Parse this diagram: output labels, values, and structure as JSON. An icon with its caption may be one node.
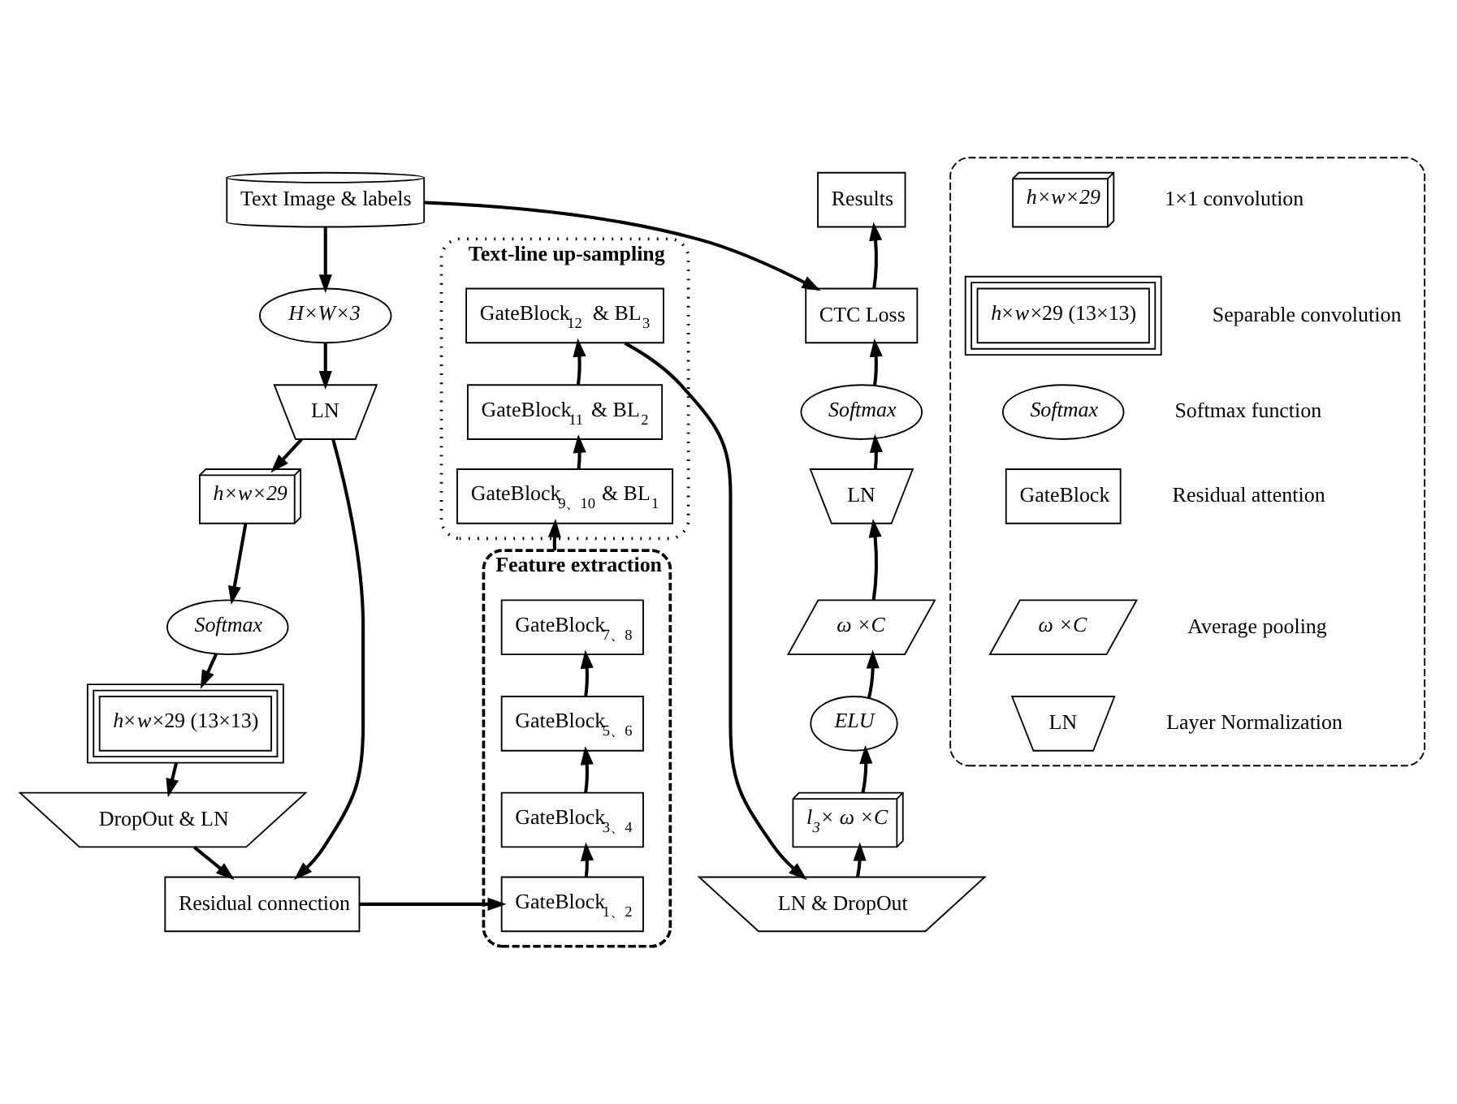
{
  "diagram": {
    "nodes": [
      {
        "text": [
          "Text Image & labels"
        ]
      },
      {
        "text": [
          "H×W×3"
        ]
      },
      {
        "text": [
          "LN"
        ]
      },
      {
        "text": [
          "h×w×29"
        ]
      },
      {
        "text": [
          "Softmax"
        ]
      },
      {
        "text": [
          "*h*×*w*×29 (13×13)"
        ]
      },
      {
        "text": [
          "DropOut & LN"
        ]
      },
      {
        "text": [
          "Residual connection"
        ]
      },
      {
        "text": [
          "Text-line up-sampling"
        ]
      },
      {
        "text": [
          "GateBlock$_{12}$ & BL$_{3}$"
        ],
        "in": 8
      },
      {
        "text": [
          "GateBlock$_{11}$ & BL$_{2}$"
        ],
        "in": 8
      },
      {
        "text": [
          "GateBlock$_{9、10}$ & BL$_{1}$"
        ],
        "in": 8
      },
      {
        "text": [
          "Feature extraction"
        ]
      },
      {
        "text": [
          "GateBlock$_{7、8}$"
        ],
        "in": 12
      },
      {
        "text": [
          "GateBlock$_{5、6}$"
        ],
        "in": 12
      },
      {
        "text": [
          "GateBlock$_{3、4}$"
        ],
        "in": 12
      },
      {
        "text": [
          "GateBlock$_{1、2}$"
        ],
        "in": 12
      },
      {
        "text": [
          "Results"
        ]
      },
      {
        "text": [
          "CTC Loss"
        ]
      },
      {
        "text": [
          "Softmax"
        ]
      },
      {
        "text": [
          "LN"
        ]
      },
      {
        "text": [
          "ω ×C"
        ]
      },
      {
        "text": [
          "ELU"
        ]
      },
      {
        "text": [
          "l$_{3}$× ω ×C"
        ]
      },
      {
        "text": [
          "LN & DropOut"
        ]
      },
      {
        "text": [],
        "shape": "box"
      },
      {
        "text": [
          "h×w×29"
        ],
        "in": 25,
        "beside": [
          "1×1 convolution"
        ]
      },
      {
        "text": [
          "*h*×*w*×29 (13×13)"
        ],
        "in": 25,
        "beside": [
          "Separable convolution"
        ]
      },
      {
        "text": [
          "Softmax"
        ],
        "in": 25,
        "beside": [
          "Softmax function"
        ]
      },
      {
        "text": [
          "GateBlock"
        ],
        "in": 25,
        "beside": [
          "Residual attention"
        ]
      },
      {
        "text": [
          "ω ×C"
        ],
        "in": 25,
        "beside": [
          "Average pooling"
        ]
      },
      {
        "text": [
          "LN"
        ],
        "in": 25,
        "beside": [
          "Layer Normalization"
        ]
      }
    ],
    "edges": [
      {
        "from": 0,
        "to": 1,
        "arrow": "to"
      },
      {
        "from": 1,
        "to": 2,
        "arrow": "to"
      },
      {
        "from": 2,
        "to": 3,
        "arrow": "to"
      },
      {
        "from": 3,
        "to": 4,
        "arrow": "to"
      },
      {
        "from": 4,
        "to": 5,
        "arrow": "to"
      },
      {
        "from": 5,
        "to": 6,
        "arrow": "to"
      },
      {
        "from": 6,
        "to": 7,
        "arrow": "to"
      },
      {
        "from": 2,
        "to": 7,
        "arrow": "to"
      },
      {
        "from": 7,
        "to": 16,
        "arrow": "to"
      },
      {
        "from": 16,
        "to": 15,
        "arrow": "to"
      },
      {
        "from": 15,
        "to": 14,
        "arrow": "to"
      },
      {
        "from": 14,
        "to": 13,
        "arrow": "to"
      },
      {
        "from": 13,
        "to": 11,
        "arrow": "to"
      },
      {
        "from": 11,
        "to": 10,
        "arrow": "to"
      },
      {
        "from": 10,
        "to": 9,
        "arrow": "to"
      },
      {
        "from": 9,
        "to": 24,
        "arrow": "to"
      },
      {
        "from": 0,
        "to": 18,
        "arrow": "to"
      },
      {
        "from": 24,
        "to": 23,
        "arrow": "to"
      },
      {
        "from": 23,
        "to": 22,
        "arrow": "to"
      },
      {
        "from": 22,
        "to": 21,
        "arrow": "to"
      },
      {
        "from": 21,
        "to": 20,
        "arrow": "to"
      },
      {
        "from": 20,
        "to": 19,
        "arrow": "to"
      },
      {
        "from": 19,
        "to": 18,
        "arrow": "to"
      },
      {
        "from": 18,
        "to": 17,
        "arrow": "to"
      }
    ]
  }
}
